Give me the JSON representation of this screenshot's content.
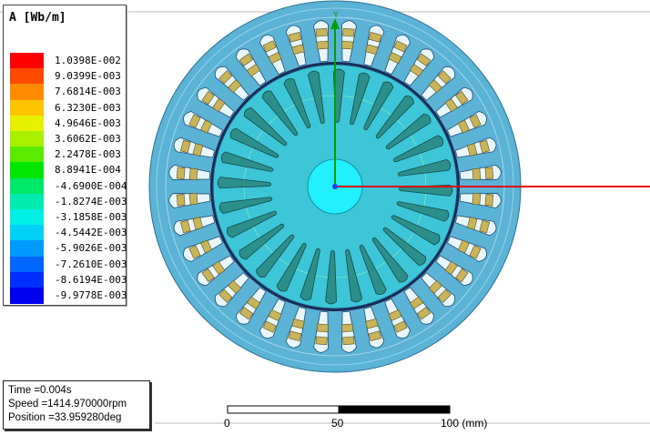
{
  "legend": {
    "title": "A [Wb/m]",
    "entries": [
      {
        "label": "1.0398E-002",
        "color": "#ff0000"
      },
      {
        "label": "9.0399E-003",
        "color": "#ff4a00"
      },
      {
        "label": "7.6814E-003",
        "color": "#ff8c00"
      },
      {
        "label": "6.3230E-003",
        "color": "#ffc400"
      },
      {
        "label": "4.9646E-003",
        "color": "#e6f000"
      },
      {
        "label": "3.6062E-003",
        "color": "#a8f000"
      },
      {
        "label": "2.2478E-003",
        "color": "#5aeb00"
      },
      {
        "label": "8.8941E-004",
        "color": "#00e600"
      },
      {
        "label": "-4.6900E-004",
        "color": "#00e86a"
      },
      {
        "label": "-1.8274E-003",
        "color": "#00ebb0"
      },
      {
        "label": "-3.1858E-003",
        "color": "#00f0e6"
      },
      {
        "label": "-4.5442E-003",
        "color": "#00d0f5"
      },
      {
        "label": "-5.9026E-003",
        "color": "#009aff"
      },
      {
        "label": "-7.2610E-003",
        "color": "#0064ff"
      },
      {
        "label": "-8.6194E-003",
        "color": "#0030ff"
      },
      {
        "label": "-9.9778E-003",
        "color": "#0000f0"
      }
    ]
  },
  "info": {
    "time": "Time    =0.004s",
    "speed": "Speed   =1414.970000rpm",
    "position": "Position =33.959280deg"
  },
  "scale": {
    "label_0": "0",
    "label_50": "50",
    "label_100": "100 (mm)"
  },
  "axes": {
    "y_label": "Y",
    "x_color": "#e00000",
    "y_color": "#00a000"
  },
  "machine": {
    "stator_slots": 36,
    "rotor_slots": 28,
    "stator_color": "#5bb3d6",
    "rotor_color": "#3cc6d8",
    "shaft_color": "#20f0ff",
    "coil_color": "#c8b45a"
  }
}
